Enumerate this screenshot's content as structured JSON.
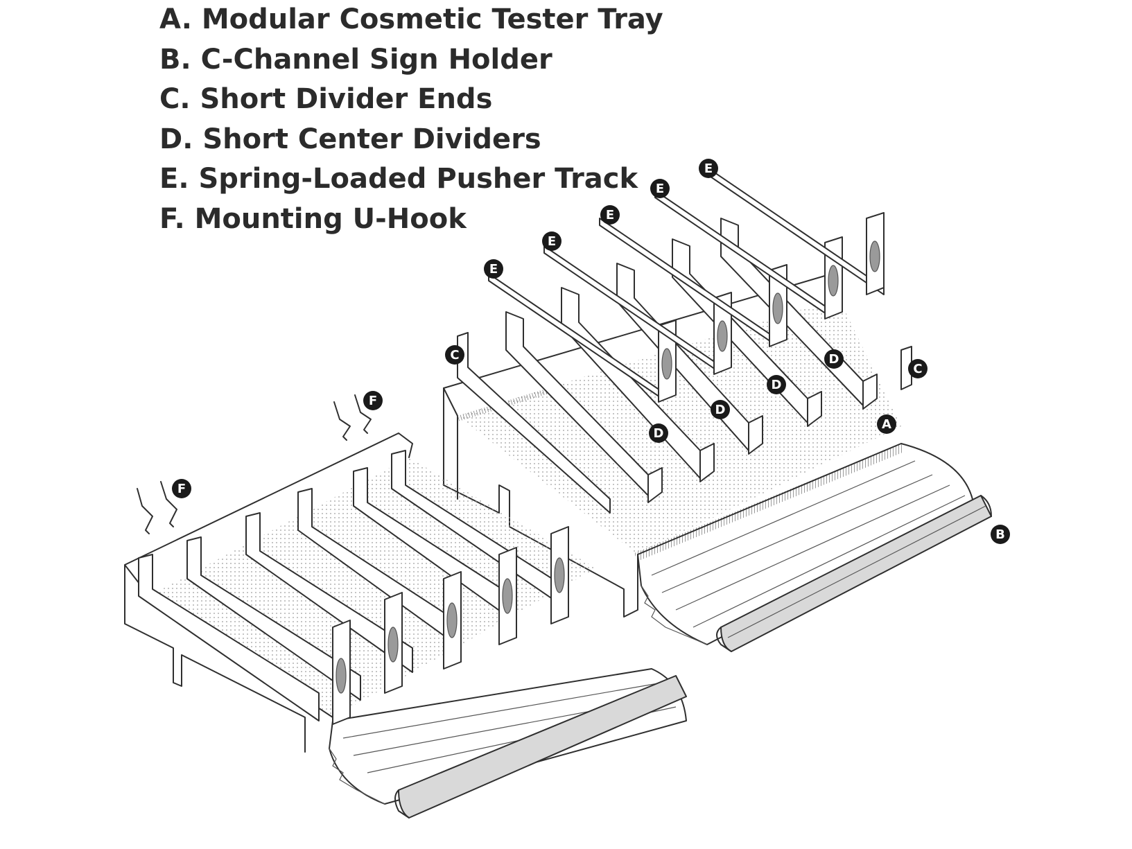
{
  "legend": [
    "A. Modular Cosmetic Tester Tray",
    "B. C-Channel Sign Holder",
    "C. Short Divider Ends",
    "D. Short Center Dividers",
    "E. Spring-Loaded Pusher Track",
    "F. Mounting U-Hook"
  ],
  "callouts": {
    "a": "A",
    "b": "B",
    "c": "C",
    "d": "D",
    "e": "E",
    "f": "F"
  }
}
